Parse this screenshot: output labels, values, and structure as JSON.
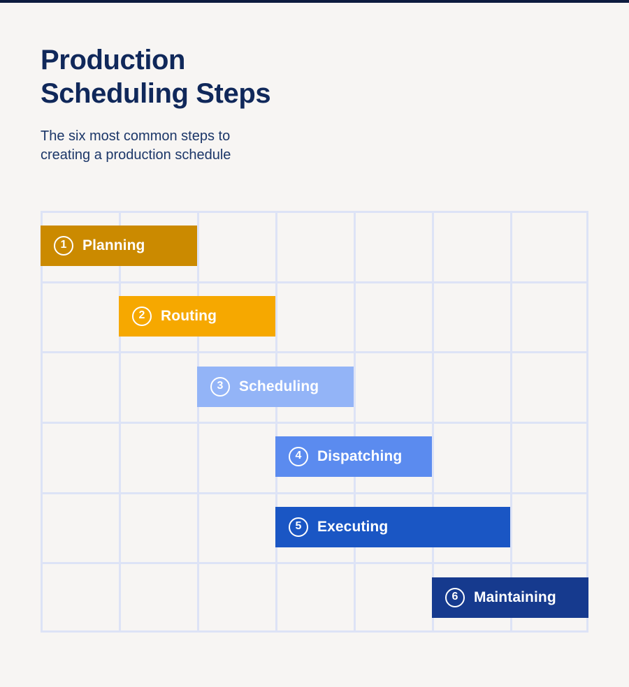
{
  "page": {
    "background_color": "#f7f5f3",
    "accent_rule_color": "#0d1b3e"
  },
  "header": {
    "title": "Production\nScheduling Steps",
    "subtitle": "The six most common steps to\ncreating a production schedule",
    "title_color": "#10285a",
    "subtitle_color": "#1b3668"
  },
  "chart_data": {
    "type": "bar",
    "title": "Production Scheduling Steps",
    "subtitle": "The six most common steps to creating a production schedule",
    "orientation": "horizontal",
    "grid": true,
    "grid_color": "#dde3f6",
    "legend": "none",
    "xlabel": "",
    "ylabel": "",
    "columns": 7,
    "rows": 6,
    "xlim": [
      0,
      7
    ],
    "categories": [
      "Planning",
      "Routing",
      "Scheduling",
      "Dispatching",
      "Executing",
      "Maintaining"
    ],
    "series": [
      {
        "name": "Step duration (grid columns)",
        "values": [
          2,
          2,
          2,
          2,
          3,
          2
        ]
      }
    ],
    "bars": [
      {
        "number": "1",
        "label": "Planning",
        "row": 1,
        "start": 0,
        "span": 2,
        "color": "#cb8a00"
      },
      {
        "number": "2",
        "label": "Routing",
        "row": 2,
        "start": 1,
        "span": 2,
        "color": "#f6a800"
      },
      {
        "number": "3",
        "label": "Scheduling",
        "row": 3,
        "start": 2,
        "span": 2,
        "color": "#93b4f7"
      },
      {
        "number": "4",
        "label": "Dispatching",
        "row": 4,
        "start": 3,
        "span": 2,
        "color": "#5b8bef"
      },
      {
        "number": "5",
        "label": "Executing",
        "row": 5,
        "start": 3,
        "span": 3,
        "color": "#1a56c4"
      },
      {
        "number": "6",
        "label": "Maintaining",
        "row": 6,
        "start": 5,
        "span": 2,
        "color": "#163a8e"
      }
    ]
  }
}
